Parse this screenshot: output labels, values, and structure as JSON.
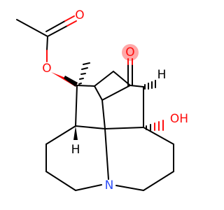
{
  "structure": {
    "colors": {
      "bond": "#000000",
      "oxygen": "#ff0d0d",
      "nitrogen": "#3050f8",
      "highlight": "#ff9999"
    },
    "atoms": {
      "carbonyl_oxygen_ester": "O",
      "ester_oxygen": "O",
      "ketone_oxygen": "O",
      "stereo_hydrogen_right": "H",
      "stereo_hydrogen_left": "H",
      "hydroxyl": "OH",
      "nitrogen": "N"
    }
  }
}
